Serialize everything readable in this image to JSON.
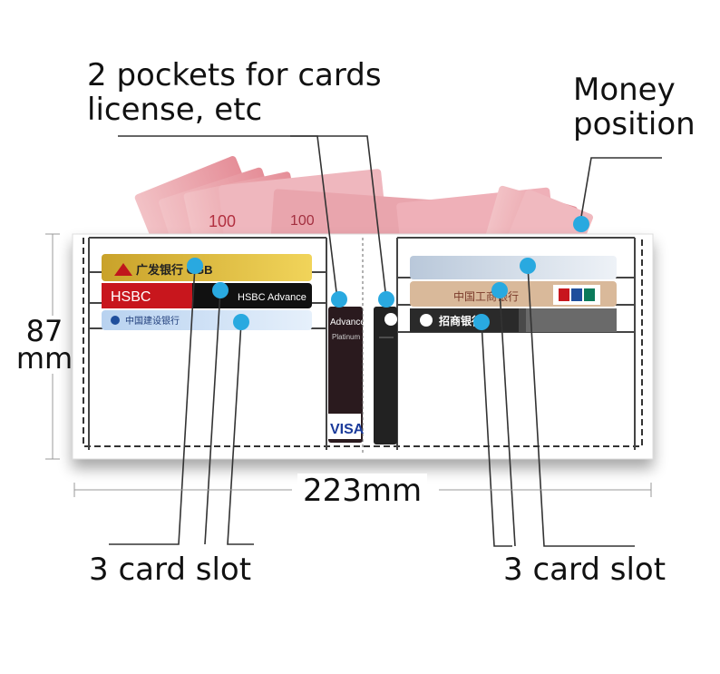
{
  "labels": {
    "pockets_line1": "2 pockets for cards",
    "pockets_line2": "license, etc",
    "money_line1": "Money",
    "money_line2": "position",
    "height_line1": "87",
    "height_line2": "mm",
    "width": "223mm",
    "left_slots": "3 card slot",
    "right_slots": "3 card slot"
  },
  "cards": {
    "left_top": "广发银行 CGB",
    "left_mid_a": "HSBC",
    "left_mid_b": "HSBC Advance",
    "left_bottom": "中国建设银行",
    "center_left_a": "Advance",
    "center_left_b": "Platinum",
    "center_left_brand": "VISA",
    "right_mid": "中国工商银行",
    "right_bottom": "招商银行"
  },
  "colors": {
    "marker": "#29a9e0",
    "wallet": "#ffffff",
    "banknote": "#e8a0a8"
  }
}
